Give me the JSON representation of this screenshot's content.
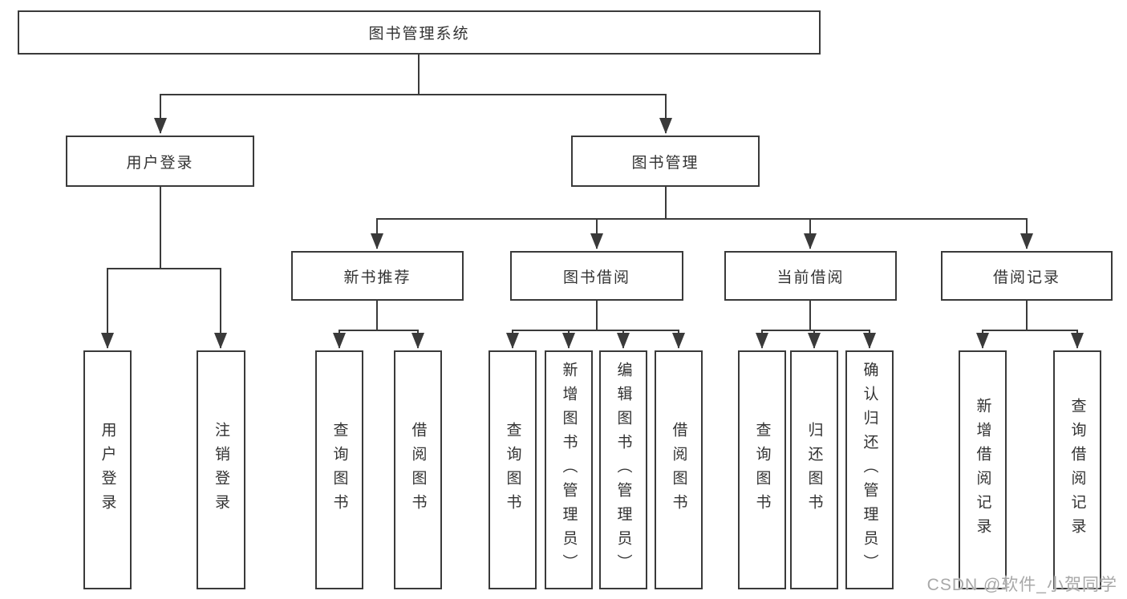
{
  "nodes": {
    "root": "图书管理系统",
    "user_login": "用户登录",
    "book_mgmt": "图书管理",
    "new_book_rec": "新书推荐",
    "book_borrow": "图书借阅",
    "current_borrow": "当前借阅",
    "borrow_record": "借阅记录",
    "login": "用户登录",
    "logout": "注销登录",
    "rec_query_book": "查询图书",
    "rec_borrow_book": "借阅图书",
    "bb_query_book": "查询图书",
    "bb_add_book": "新增图书（管理员）",
    "bb_edit_book": "编辑图书（管理员）",
    "bb_borrow_book": "借阅图书",
    "cb_query_book": "查询图书",
    "cb_return_book": "归还图书",
    "cb_confirm_return": "确认归还（管理员）",
    "br_add_record": "新增借阅记录",
    "br_query_record": "查询借阅记录"
  },
  "watermark": {
    "text": "CSDN @软件_小贺同学"
  },
  "colors": {
    "line": "#3a3a3a",
    "text": "#333333",
    "watermark": "#a8a8a8",
    "background": "#ffffff"
  }
}
